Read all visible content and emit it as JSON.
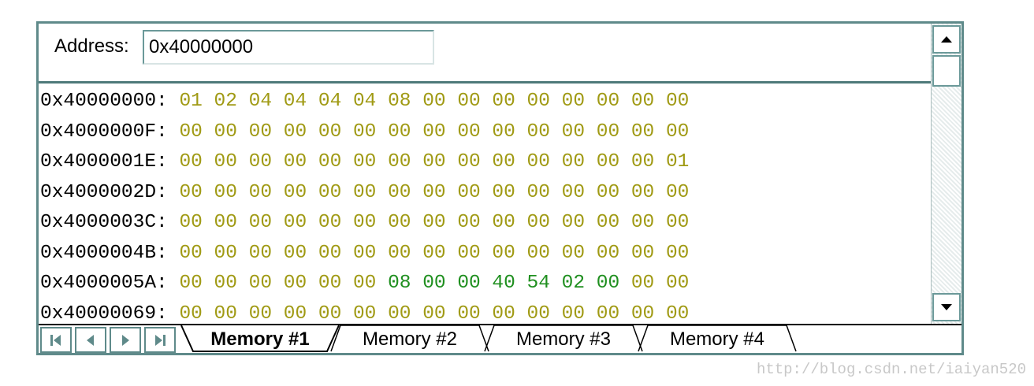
{
  "address_bar": {
    "label": "Address:",
    "value": "0x40000000"
  },
  "rows": [
    {
      "addr": "0x40000000:",
      "bytes": [
        "01",
        "02",
        "04",
        "04",
        "04",
        "04",
        "08",
        "00",
        "00",
        "00",
        "00",
        "00",
        "00",
        "00",
        "00"
      ],
      "changed": []
    },
    {
      "addr": "0x4000000F:",
      "bytes": [
        "00",
        "00",
        "00",
        "00",
        "00",
        "00",
        "00",
        "00",
        "00",
        "00",
        "00",
        "00",
        "00",
        "00",
        "00"
      ],
      "changed": []
    },
    {
      "addr": "0x4000001E:",
      "bytes": [
        "00",
        "00",
        "00",
        "00",
        "00",
        "00",
        "00",
        "00",
        "00",
        "00",
        "00",
        "00",
        "00",
        "00",
        "01"
      ],
      "changed": []
    },
    {
      "addr": "0x4000002D:",
      "bytes": [
        "00",
        "00",
        "00",
        "00",
        "00",
        "00",
        "00",
        "00",
        "00",
        "00",
        "00",
        "00",
        "00",
        "00",
        "00"
      ],
      "changed": []
    },
    {
      "addr": "0x4000003C:",
      "bytes": [
        "00",
        "00",
        "00",
        "00",
        "00",
        "00",
        "00",
        "00",
        "00",
        "00",
        "00",
        "00",
        "00",
        "00",
        "00"
      ],
      "changed": []
    },
    {
      "addr": "0x4000004B:",
      "bytes": [
        "00",
        "00",
        "00",
        "00",
        "00",
        "00",
        "00",
        "00",
        "00",
        "00",
        "00",
        "00",
        "00",
        "00",
        "00"
      ],
      "changed": []
    },
    {
      "addr": "0x4000005A:",
      "bytes": [
        "00",
        "00",
        "00",
        "00",
        "00",
        "00",
        "08",
        "00",
        "00",
        "40",
        "54",
        "02",
        "00",
        "00",
        "00"
      ],
      "changed": [
        6,
        7,
        8,
        9,
        10,
        11,
        12
      ]
    },
    {
      "addr": "0x40000069:",
      "bytes": [
        "00",
        "00",
        "00",
        "00",
        "00",
        "00",
        "00",
        "00",
        "00",
        "00",
        "00",
        "00",
        "00",
        "00",
        "00"
      ],
      "changed": []
    }
  ],
  "tabs": [
    {
      "label": "Memory #1",
      "active": true
    },
    {
      "label": "Memory #2",
      "active": false
    },
    {
      "label": "Memory #3",
      "active": false
    },
    {
      "label": "Memory #4",
      "active": false
    }
  ],
  "nav_icons": [
    "first-page-icon",
    "prev-page-icon",
    "next-page-icon",
    "last-page-icon"
  ],
  "colors": {
    "address_text": "#000000",
    "byte_text": "#a09a14",
    "changed_byte_text": "#1f8f1f",
    "frame": "#5f8a8a"
  },
  "watermark": "http://blog.csdn.net/iaiyan520"
}
